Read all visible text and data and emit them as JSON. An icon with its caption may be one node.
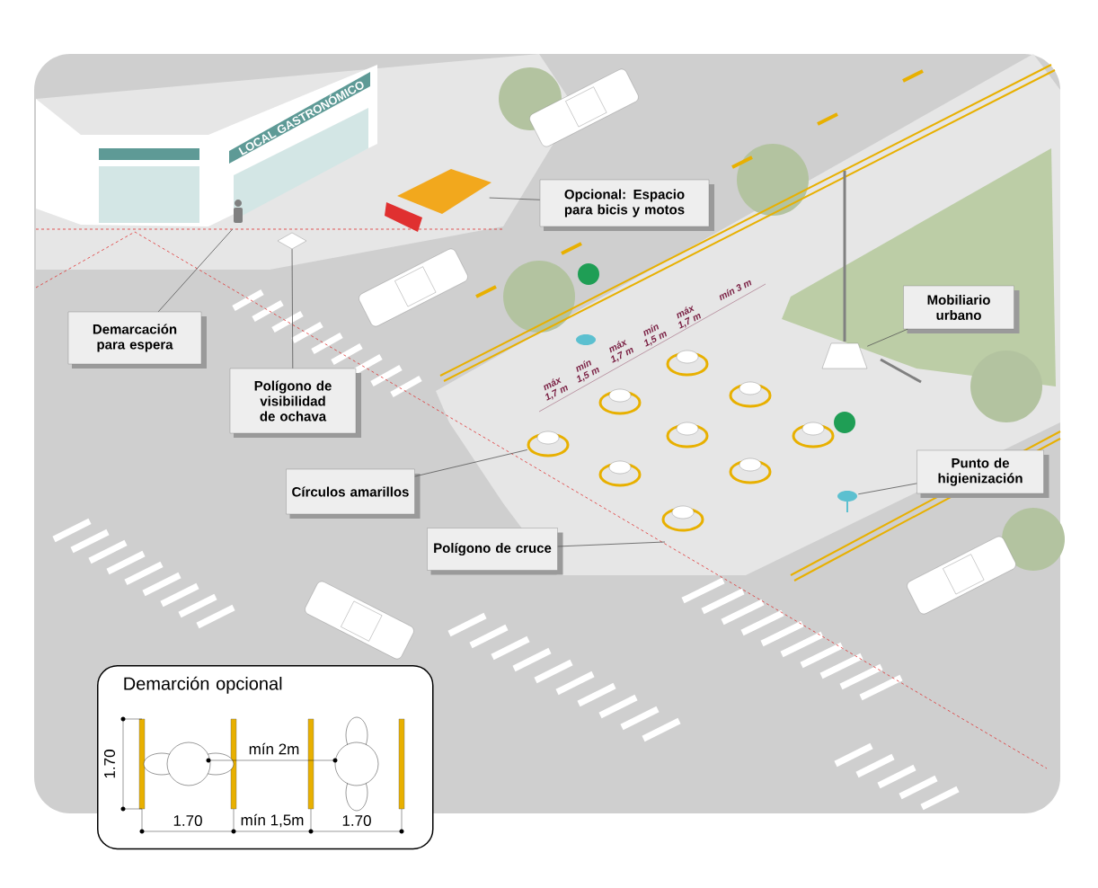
{
  "diagram": {
    "nodes": [
      {
        "text": [
          "Opcional: Espacio para bicis y motos"
        ]
      },
      {
        "text": [
          "Mobiliario urbano"
        ]
      },
      {
        "text": [
          "Demarcación para espera"
        ]
      },
      {
        "text": [
          "Polígono de visibilidad de ochava"
        ]
      },
      {
        "text": [
          "Punto de higienización"
        ]
      },
      {
        "text": [
          "Círculos amarillos"
        ]
      },
      {
        "text": [
          "Polígono de cruce"
        ]
      },
      {
        "text": [
          "Demarción opcional"
        ]
      },
      {
        "text": [],
        "shape": "person"
      },
      {
        "text": [],
        "shape": "diamond"
      },
      {
        "text": [],
        "shape": "picture"
      },
      {
        "text": [],
        "shape": "circle"
      },
      {
        "text": [],
        "shape": "circle"
      },
      {
        "text": [],
        "shape": "circle"
      },
      {
        "text": [],
        "shape": "circle"
      },
      {
        "text": [],
        "shape": "circle"
      },
      {
        "text": [],
        "shape": "circle"
      },
      {
        "text": [],
        "shape": "circle"
      },
      {
        "text": [],
        "shape": "circle"
      },
      {
        "text": [],
        "shape": "circle"
      },
      {
        "text": [],
        "shape": "picture"
      },
      {
        "text": [],
        "shape": "picture"
      }
    ],
    "edges": [
      {
        "from": 0,
        "to": 10,
        "arrow": "none"
      },
      {
        "from": 1,
        "to": 20,
        "arrow": "none"
      },
      {
        "from": 2,
        "to": 8,
        "arrow": "none"
      },
      {
        "from": 3,
        "to": 9,
        "arrow": "none"
      },
      {
        "from": 4,
        "to": 21,
        "arrow": "none"
      },
      {
        "from": 5,
        "to": 11,
        "arrow": "none"
      },
      {
        "from": 6,
        "to": null,
        "arrow": "none"
      }
    ],
    "labels": [
      "LOCAL GASTRONÓMICO",
      "máx 1,7 m",
      "mín 1,5 m",
      "máx 1,7 m",
      "mín 1,5 m",
      "máx 1,7 m",
      "mín 3 m",
      "1.70",
      "mín 2m",
      "1.70",
      "mín 1,5m",
      "1.70"
    ]
  }
}
